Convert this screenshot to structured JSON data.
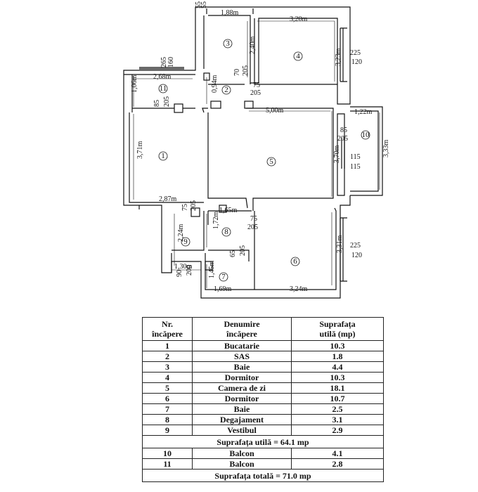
{
  "plan": {
    "rooms": [
      {
        "number": "1"
      },
      {
        "number": "2"
      },
      {
        "number": "3"
      },
      {
        "number": "4"
      },
      {
        "number": "5"
      },
      {
        "number": "6"
      },
      {
        "number": "7"
      },
      {
        "number": "8"
      },
      {
        "number": "9"
      },
      {
        "number": "10"
      },
      {
        "number": "11"
      }
    ],
    "dimensions": {
      "d_188": "1,88m",
      "d_320": "3,20m",
      "d_55a": "55",
      "d_55b": "55",
      "d_240": "2,40m",
      "d_323": "3,23m",
      "d_225_top": "225",
      "d_120_top": "120",
      "d_265": "265",
      "d_160": "160",
      "d_268": "2,68m",
      "d_106": "1,06m",
      "d_094": "0,94m",
      "d_70": "70",
      "d_205_sas": "205",
      "d_75_sas": "75",
      "d_205_sas2": "205",
      "d_85_buc": "85",
      "d_205_buc": "205",
      "d_500": "5,00m",
      "d_122": "1,22m",
      "d_85_cz": "85",
      "d_205_cz": "205",
      "d_371": "3,71m",
      "d_370": "3,70m",
      "d_333": "3,33m",
      "d_115a": "115",
      "d_115b": "115",
      "d_287": "2,87m",
      "d_75_v": "75",
      "d_205_v": "205",
      "d_165": "1,65m",
      "d_75_dorm": "75",
      "d_205_dorm": "205",
      "d_224": "2,24m",
      "d_172": "1,72m",
      "d_130": "1,30m",
      "d_65": "65",
      "d_205_b": "205",
      "d_331": "3,31m",
      "d_225_bot": "225",
      "d_120_bot": "120",
      "d_90": "90",
      "d_200": "200",
      "d_145": "1,45m",
      "d_169": "1,69m",
      "d_324": "3,24m"
    }
  },
  "table": {
    "headers": {
      "nr_line1": "Nr.",
      "nr_line2": "încăpere",
      "name_line1": "Denumire",
      "name_line2": "încăpere",
      "area_line1": "Suprafața",
      "area_line2": "utilă (mp)"
    },
    "rows": [
      {
        "nr": "1",
        "name": "Bucatarie",
        "area": "10.3"
      },
      {
        "nr": "2",
        "name": "SAS",
        "area": "1.8"
      },
      {
        "nr": "3",
        "name": "Baie",
        "area": "4.4"
      },
      {
        "nr": "4",
        "name": "Dormitor",
        "area": "10.3"
      },
      {
        "nr": "5",
        "name": "Camera de zi",
        "area": "18.1"
      },
      {
        "nr": "6",
        "name": "Dormitor",
        "area": "10.7"
      },
      {
        "nr": "7",
        "name": "Baie",
        "area": "2.5"
      },
      {
        "nr": "8",
        "name": "Degajament",
        "area": "3.1"
      },
      {
        "nr": "9",
        "name": "Vestibul",
        "area": "2.9"
      }
    ],
    "useful_total": "Suprafața utilă = 64.1 mp",
    "balcony_rows": [
      {
        "nr": "10",
        "name": "Balcon",
        "area": "4.1"
      },
      {
        "nr": "11",
        "name": "Balcon",
        "area": "2.8"
      }
    ],
    "grand_total": "Suprafața totală = 71.0 mp"
  }
}
